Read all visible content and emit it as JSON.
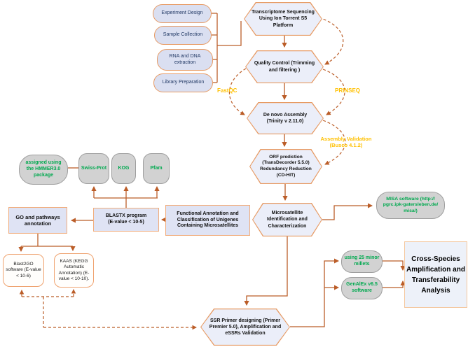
{
  "diagram_title": "Transcriptome sequencing and SSR marker development workflow",
  "colors": {
    "hex_fill": "#ebeef9",
    "box_fill": "#dfe3f4",
    "stadium_fill": "#dadff1",
    "grey_fill": "#d2d2d2",
    "orange_border": "#e79a63",
    "arrow_line": "#bb5d28",
    "tool_label_orange": "#ffc000",
    "green_text": "#00a94f",
    "navy_text": "#203864"
  },
  "nodes": {
    "experiment_design": "Experiment Design",
    "sample_collection": "Sample Collection",
    "rna_dna_extraction": "RNA and DNA\nextraction",
    "library_preparation": "Library Preparation",
    "transcriptome": "Transcriptome Sequencing\nUsing Ion Torrent S5\nPlatform",
    "quality_control": "Quality Control (Trimming\nand filtering )",
    "denovo_assembly": "De novo Assembly\n(Trinity v 2.11.0)",
    "orf_prediction": "ORF prediction\n(TransDecorder 5.5.0)\nRedundancy Reduction\n(CD-HIT)",
    "microsatellite": "Microsatellite\nIdentification and\nCharacterization",
    "ssr_primer": "SSR Primer designing (Primer\nPremier 5.0), Amplification and\neSSRs Validation",
    "hmmer": "assigned using\nthe HMMER3.0\npackage",
    "swissprot": "Swiss-Prot",
    "kog": "KOG",
    "pfam": "Pfam",
    "go_pathways": "GO and pathways\nannotation",
    "blastx": "BLASTX program\n(E-value < 10-5)",
    "functional_annotation": "Functional Annotation and\nClassification of Unigenes\nContaining Microsatellites",
    "blast2go": "Blast2GO\nsoftware (E-value\n< 10-6)",
    "kaas": "KAAS (KEGG\nAutomatic\nAnnotation) (E-\nvalue < 10-10).",
    "misa": "MISA software (http://\npgrc.ipk-gatersleben.de/\nmisa/)",
    "minor_millets": "using 25 minor\nmillets",
    "genalex": "GenAlEx v6.5\nsoftware",
    "cross_species": "Cross-Species\nAmplification and\nTransferability\nAnalysis"
  },
  "labels": {
    "fastqc": "FastQC",
    "prinseq": "PRINSEQ",
    "assembly_validation": "Assembly Validation\n(Busco 4.1.2)"
  }
}
